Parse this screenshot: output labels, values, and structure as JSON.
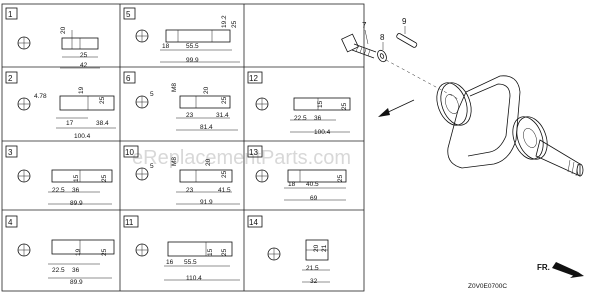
{
  "watermark": "eReplacementParts.com",
  "diagram_code": "Z0V0E0700C",
  "front_marker": "FR.",
  "callouts": {
    "c7": "7",
    "c8": "8",
    "c9": "9"
  },
  "panels": [
    {
      "id": "1",
      "labels": [
        "20",
        "25",
        "42"
      ]
    },
    {
      "id": "5",
      "labels": [
        "18",
        "55.5",
        "19.2",
        "25",
        "99.9"
      ]
    },
    {
      "id": "2",
      "labels": [
        "4.78",
        "19",
        "17",
        "25",
        "38.4",
        "100.4"
      ]
    },
    {
      "id": "6",
      "labels": [
        "5",
        "M8",
        "20",
        "23",
        "25",
        "31.4",
        "81.4"
      ]
    },
    {
      "id": "12",
      "labels": [
        "15",
        "22.5",
        "36",
        "25",
        "100.4"
      ]
    },
    {
      "id": "3",
      "labels": [
        "15",
        "22.5",
        "36",
        "25",
        "89.9"
      ]
    },
    {
      "id": "10",
      "labels": [
        "5",
        "M8",
        "20",
        "23",
        "25",
        "41.5",
        "91.9"
      ]
    },
    {
      "id": "13",
      "labels": [
        "18",
        "40.5",
        "25",
        "69"
      ]
    },
    {
      "id": "4",
      "labels": [
        "19",
        "22.5",
        "36",
        "25",
        "89.9"
      ]
    },
    {
      "id": "11",
      "labels": [
        "16",
        "55.5",
        "15",
        "25",
        "110.4"
      ]
    },
    {
      "id": "14",
      "labels": [
        "20",
        "21",
        "21.5",
        "32"
      ]
    }
  ]
}
